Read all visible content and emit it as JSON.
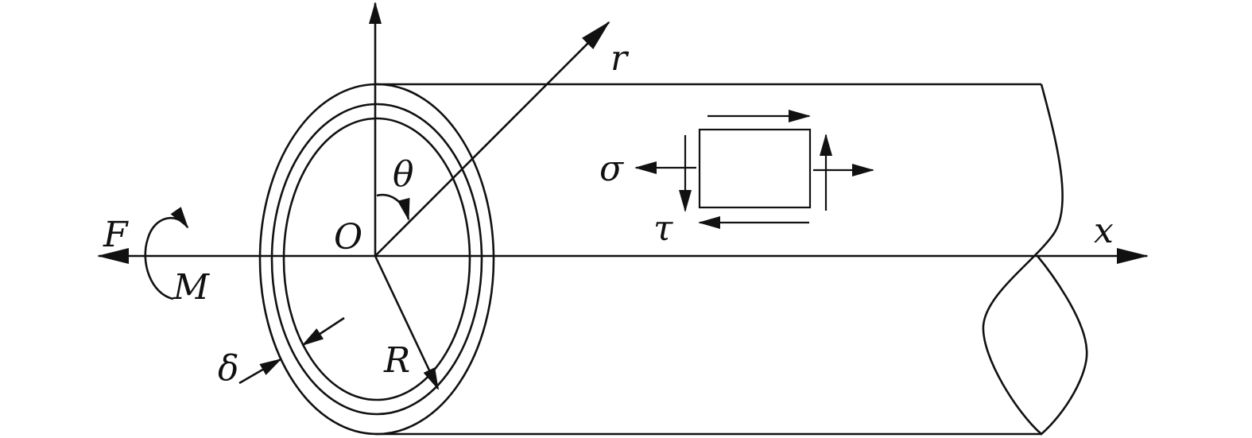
{
  "labels": {
    "force": "F",
    "moment": "M",
    "origin": "O",
    "angle": "θ",
    "radial_axis": "r",
    "axial_axis": "x",
    "normal_stress": "σ",
    "shear_stress": "τ",
    "radius": "R",
    "thickness": "δ"
  },
  "colors": {
    "ink": "#111111",
    "background": "#ffffff"
  }
}
